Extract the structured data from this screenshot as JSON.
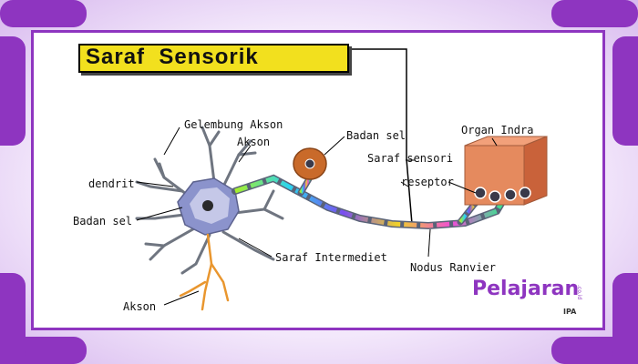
{
  "title": "Saraf  Sensorik",
  "labels": {
    "gelembung_akson": "Gelembung Akson",
    "akson_top": "Akson",
    "dendrit": "dendrit",
    "badan_sel_left": "Badan sel",
    "akson_bottom": "Akson",
    "saraf_intermediet": "Saraf Intermediet",
    "badan_sel_mid": "Badan sel",
    "saraf_sensori": "Saraf sensori",
    "reseptor": "reseptor",
    "organ_indra": "Organ Indra",
    "nodus_ranvier": "Nodus Ranvier"
  },
  "logo": {
    "text": "Pelajaran",
    "sub": "IPA",
    "small": ".co.id"
  },
  "colors": {
    "frame": "#8e35c0",
    "title_bg": "#f2e01e",
    "neuron": "#8b93cc",
    "cell_body": "#c96a2a",
    "organ_skin": "#e58a5e"
  }
}
